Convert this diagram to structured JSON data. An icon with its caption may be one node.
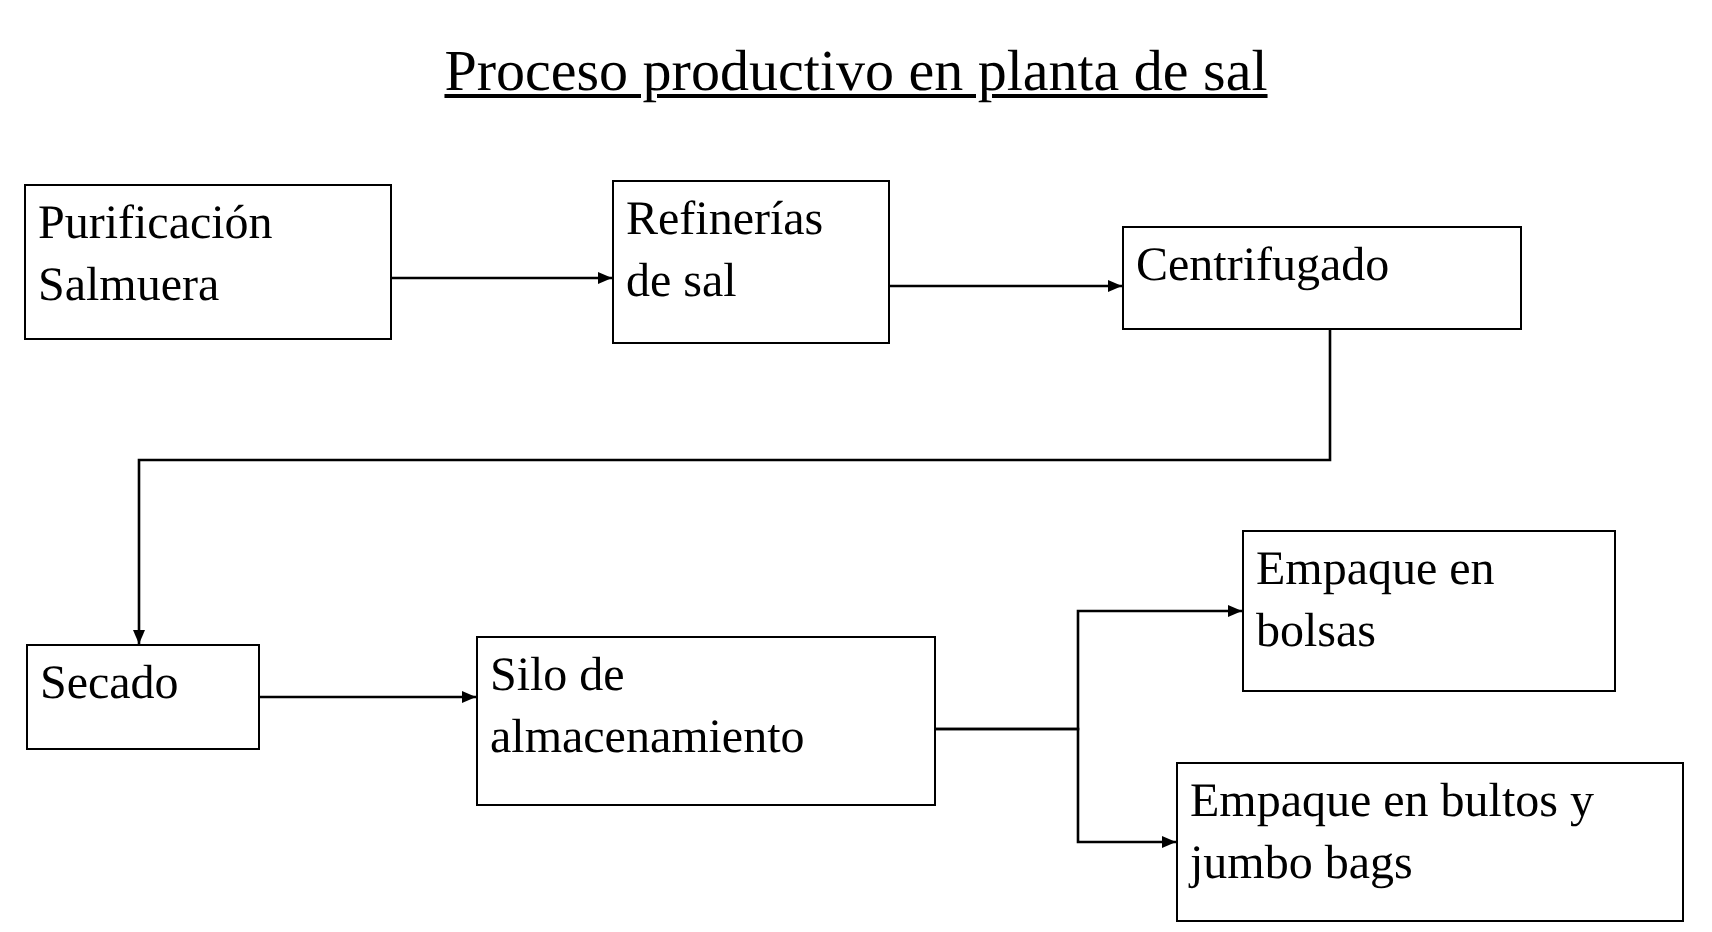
{
  "diagram": {
    "title": "Proceso productivo en planta de sal",
    "nodes": [
      {
        "text": [
          "Purificación Salmuera"
        ]
      },
      {
        "text": [
          "Refinerías de sal"
        ]
      },
      {
        "text": [
          "Centrifugado"
        ]
      },
      {
        "text": [
          "Secado"
        ]
      },
      {
        "text": [
          "Silo de almacenamiento"
        ]
      },
      {
        "text": [
          "Empaque en bolsas"
        ]
      },
      {
        "text": [
          "Empaque en bultos y jumbo bags"
        ]
      }
    ],
    "edges": [
      {
        "from": 0,
        "to": 1,
        "arrow": "to"
      },
      {
        "from": 1,
        "to": 2,
        "arrow": "to"
      },
      {
        "from": 2,
        "to": 3,
        "arrow": "to"
      },
      {
        "from": 3,
        "to": 4,
        "arrow": "to"
      },
      {
        "from": 4,
        "to": 5,
        "arrow": "to"
      },
      {
        "from": 4,
        "to": 6,
        "arrow": "to"
      }
    ]
  }
}
